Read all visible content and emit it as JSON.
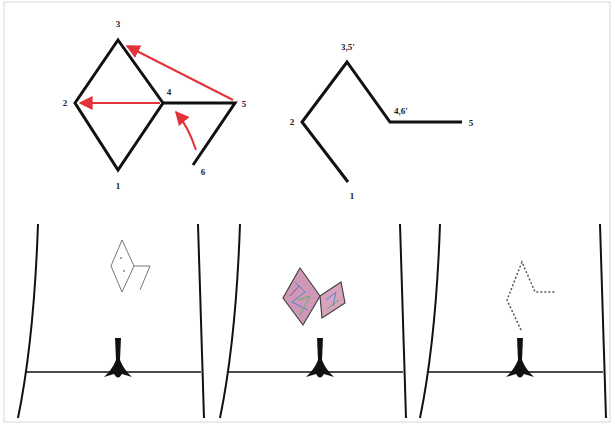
{
  "diagram": {
    "labels": [
      "3",
      "2",
      "4",
      "5",
      "1",
      "6",
      "3,5'",
      "2",
      "4,6'",
      "5",
      "1"
    ]
  }
}
